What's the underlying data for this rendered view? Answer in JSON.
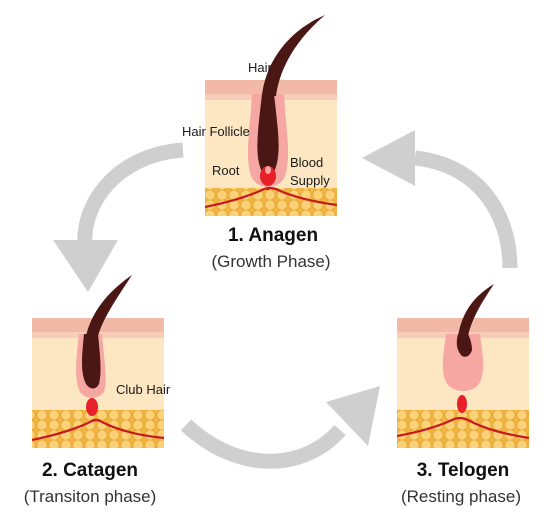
{
  "anagen": {
    "title": "1. Anagen",
    "subtitle": "(Growth Phase)",
    "labels": {
      "hair": "Hair",
      "follicle": "Hair Follicle",
      "root": "Root",
      "blood_1": "Blood",
      "blood_2": "Supply"
    }
  },
  "catagen": {
    "title": "2. Catagen",
    "subtitle": "(Transiton phase)",
    "labels": {
      "club_hair": "Club Hair"
    }
  },
  "telogen": {
    "title": "3. Telogen",
    "subtitle": "(Resting phase)"
  },
  "colors": {
    "arrow": "#cfcfcf",
    "epidermis": "#f2b9a6",
    "dermis": "#fde7c3",
    "fat": "#f7c85a",
    "blood": "#c8181f",
    "hair": "#4a1714",
    "follicle": "#f6a7a2"
  }
}
